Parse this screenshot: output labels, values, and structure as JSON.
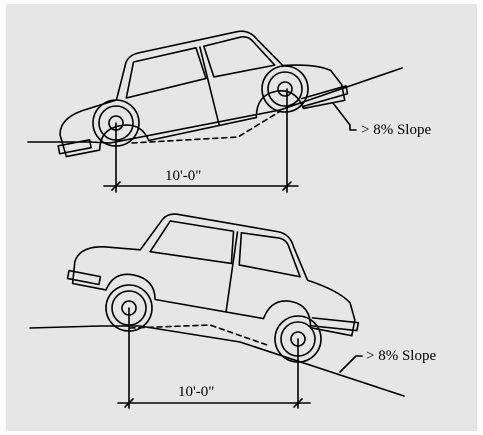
{
  "diagrams": [
    {
      "id": "upward-ramp",
      "dimension_label": "10'-0\"",
      "slope_label": "> 8% Slope"
    },
    {
      "id": "downward-ramp",
      "dimension_label": "10'-0\"",
      "slope_label": "> 8% Slope"
    }
  ],
  "colors": {
    "background": "#e6e6e6",
    "ink": "#000000"
  }
}
